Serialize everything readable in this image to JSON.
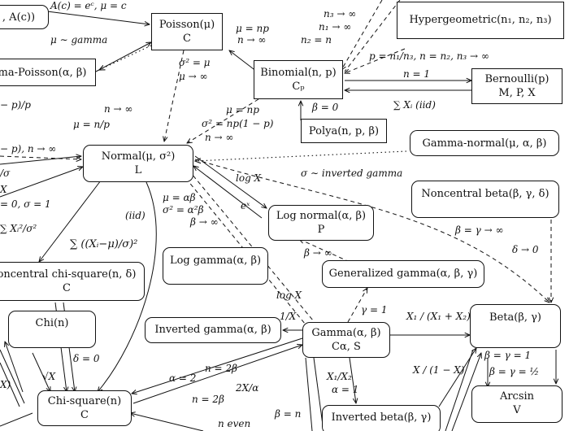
{
  "nodes": {
    "poisson": {
      "title": "Poisson(μ)",
      "props": "C"
    },
    "gamma_poisson": {
      "title": "ma-Poisson(α, β)",
      "props": ""
    },
    "top_left_fragment": {
      "title": ", A(c))",
      "props": ""
    },
    "hypergeometric": {
      "title": "Hypergeometric(n₁, n₂, n₃)",
      "props": ""
    },
    "binomial": {
      "title": "Binomial(n, p)",
      "props": "Cₚ"
    },
    "bernoulli": {
      "title": "Bernoulli(p)",
      "props": "M, P, X"
    },
    "polya": {
      "title": "Polya(n, p, β)",
      "props": ""
    },
    "normal": {
      "title": "Normal(μ, σ²)",
      "props": "L"
    },
    "gamma_normal": {
      "title": "Gamma-normal(μ, α, β)",
      "props": ""
    },
    "noncentral_beta": {
      "title": "Noncentral beta(β, γ, δ)",
      "props": ""
    },
    "log_normal": {
      "title": "Log normal(α, β)",
      "props": "P"
    },
    "log_gamma": {
      "title": "Log gamma(α, β)",
      "props": ""
    },
    "generalized_gamma": {
      "title": "Generalized gamma(α, β, γ)",
      "props": ""
    },
    "noncentral_chi_square": {
      "title": "oncentral chi-square(n, δ)",
      "props": "C"
    },
    "chi": {
      "title": "Chi(n)",
      "props": ""
    },
    "inverted_gamma": {
      "title": "Inverted gamma(α, β)",
      "props": ""
    },
    "gamma": {
      "title": "Gamma(α, β)",
      "props": "Cα, S"
    },
    "beta": {
      "title": "Beta(β, γ)",
      "props": ""
    },
    "chi_square": {
      "title": "Chi-square(n)",
      "props": "C"
    },
    "arcsin": {
      "title": "Arcsin",
      "props": "V"
    },
    "inverted_beta": {
      "title": "Inverted beta(β, γ)",
      "props": ""
    }
  },
  "labels": {
    "a_c": "A(c) = eᶜ, μ = c",
    "mu_gamma": "μ ∼ gamma",
    "mu_np": "μ = np",
    "n_inf_1": "n → ∞",
    "n3_inf": "n₃ → ∞",
    "n1_inf": "n₁ → ∞",
    "n2_n": "n₂ = n",
    "hyper_to_binom": "p = n₁/n₃, n = n₂, n₃ → ∞",
    "n_eq_1": "n = 1",
    "sigma_mu": "σ² = μ",
    "mu_inf": "μ → ∞",
    "p_frac": "− p)/p",
    "n_inf_2": "n → ∞",
    "mu_n_p": "μ = n/p",
    "mu_np_2": "μ = np",
    "sigma_np": "σ² = np(1 − p)",
    "n_inf_3": "n → ∞",
    "beta_0": "β = 0",
    "sum_xi": "∑ Xᵢ (iid)",
    "neg_binom": "− p), n → ∞",
    "slash_sigma": "/σ",
    "x_frag": "X",
    "zero_one": "= 0, σ = 1",
    "log_x_1": "log X",
    "e_x": "eˣ",
    "sigma_inv_gamma": "σ ∼ inverted gamma",
    "beta_gamma_inf": "β = γ → ∞",
    "delta_0": "δ → 0",
    "sum_xi2": "∑ Xᵢ²/σ²",
    "iid": "(iid)",
    "sum_std": "∑ ((Xᵢ−μ)/σ)²",
    "mu_ab": "μ = αβ",
    "sigma_ab": "σ² = α²β",
    "beta_inf": "β → ∞",
    "beta_inf_2": "β → ∞",
    "log_x_2": "log X",
    "one_over_x": "1/X",
    "gamma_1": "γ = 1",
    "x1_frac": "X₁ / (X₁ + X₂)",
    "delta_zero": "δ = 0",
    "sqrt_x": "√X",
    "x_paren": "X)",
    "n_2beta": "n = 2β",
    "alpha_2": "α = 2",
    "two_x_alpha": "2X/α",
    "n_2beta_2": "n = 2β",
    "x1_x2": "X₁/X₂",
    "alpha_1": "α = 1",
    "x_frac": "X / (1 − X)",
    "beta_gamma_1": "β = γ = 1",
    "beta_gamma_half": "β = γ = ½",
    "n_even": "n even",
    "beta_n": "β = n"
  }
}
